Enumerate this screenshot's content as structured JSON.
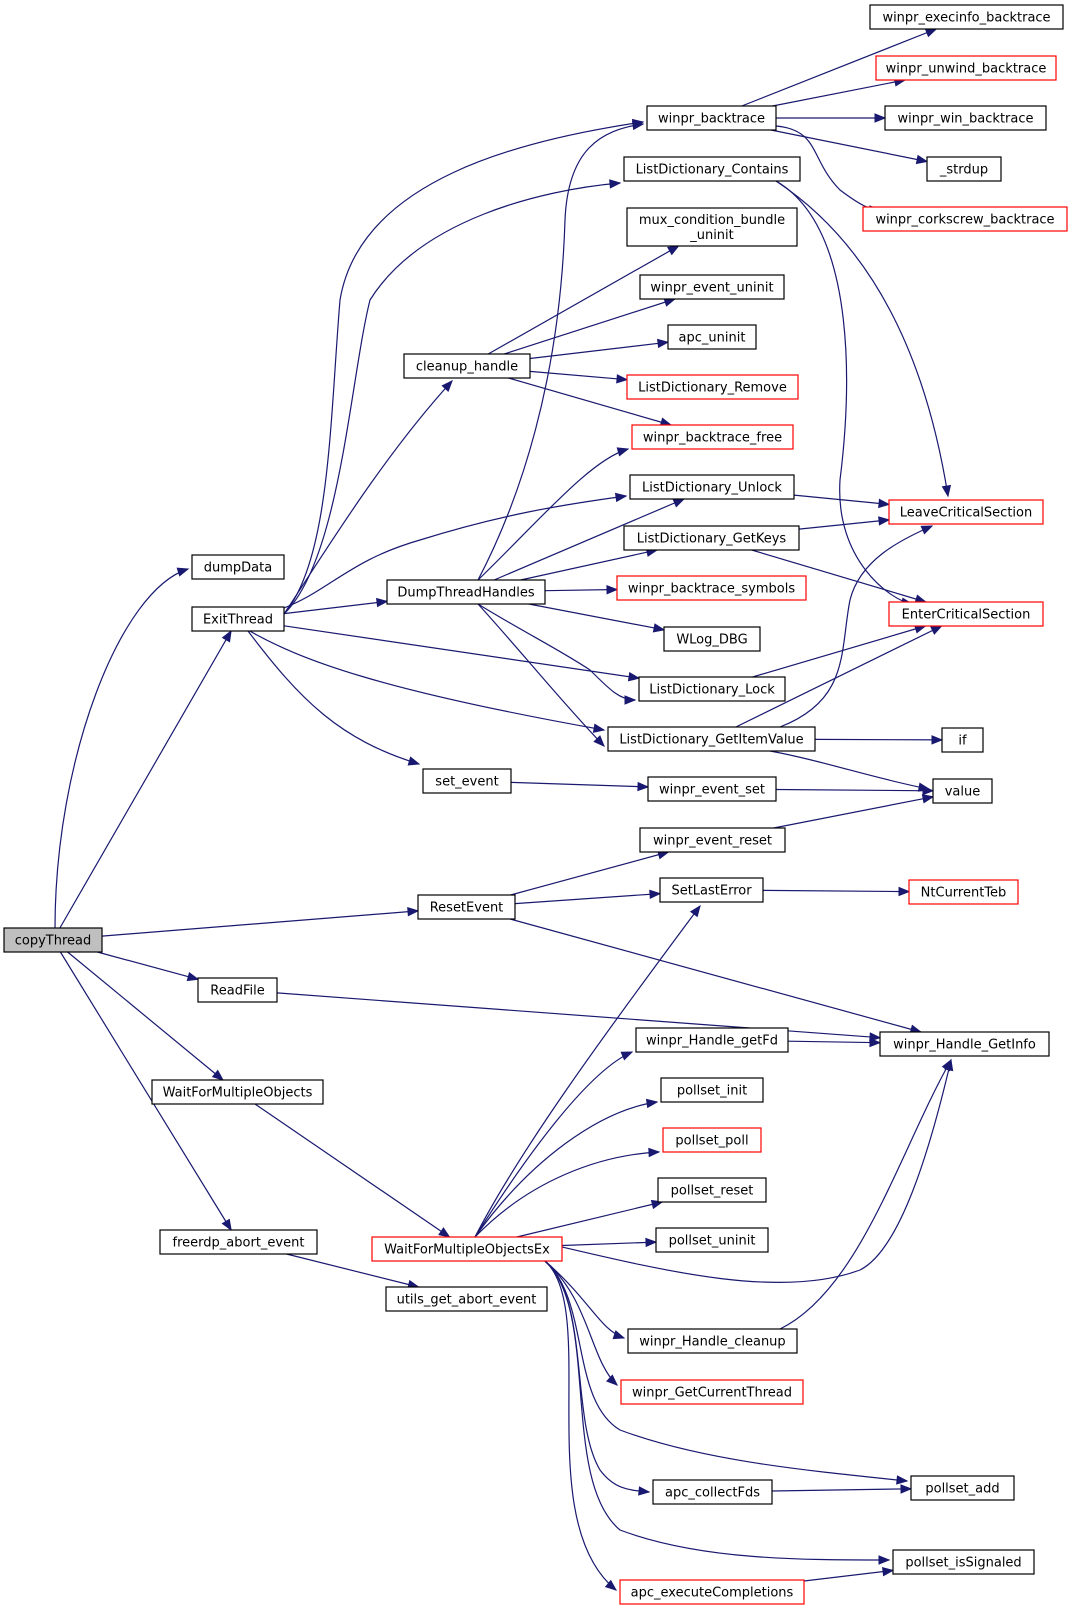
{
  "diagram": {
    "title": "",
    "colors": {
      "edge": "#191970",
      "root_fill": "#bfbfbf",
      "node_border": "#000000",
      "truncated_node_border": "#ff0000"
    },
    "nodes": {
      "copyThread": {
        "label": "copyThread",
        "root": true
      },
      "dumpData": {
        "label": "dumpData"
      },
      "ExitThread": {
        "label": "ExitThread"
      },
      "ResetEvent": {
        "label": "ResetEvent"
      },
      "ReadFile": {
        "label": "ReadFile"
      },
      "WaitForMultipleObjects": {
        "label": "WaitForMultipleObjects"
      },
      "freerdp_abort_event": {
        "label": "freerdp_abort_event"
      },
      "cleanup_handle": {
        "label": "cleanup_handle"
      },
      "DumpThreadHandles": {
        "label": "DumpThreadHandles"
      },
      "set_event": {
        "label": "set_event"
      },
      "WaitForMultipleObjectsEx": {
        "label": "WaitForMultipleObjectsEx",
        "truncated": true
      },
      "utils_get_abort_event": {
        "label": "utils_get_abort_event"
      },
      "winpr_backtrace": {
        "label": "winpr_backtrace"
      },
      "ListDictionary_Contains": {
        "label": "ListDictionary_Contains"
      },
      "mux_condition_bundle_uninit": {
        "label": "mux_condition_bundle\n_uninit"
      },
      "winpr_event_uninit": {
        "label": "winpr_event_uninit"
      },
      "apc_uninit": {
        "label": "apc_uninit"
      },
      "ListDictionary_Remove": {
        "label": "ListDictionary_Remove",
        "truncated": true
      },
      "winpr_backtrace_free": {
        "label": "winpr_backtrace_free",
        "truncated": true
      },
      "ListDictionary_Unlock": {
        "label": "ListDictionary_Unlock"
      },
      "ListDictionary_GetKeys": {
        "label": "ListDictionary_GetKeys"
      },
      "winpr_backtrace_symbols": {
        "label": "winpr_backtrace_symbols",
        "truncated": true
      },
      "WLog_DBG": {
        "label": "WLog_DBG"
      },
      "ListDictionary_Lock": {
        "label": "ListDictionary_Lock"
      },
      "ListDictionary_GetItemValue": {
        "label": "ListDictionary_GetItemValue"
      },
      "winpr_event_set": {
        "label": "winpr_event_set"
      },
      "winpr_event_reset": {
        "label": "winpr_event_reset"
      },
      "SetLastError": {
        "label": "SetLastError"
      },
      "winpr_Handle_getFd": {
        "label": "winpr_Handle_getFd"
      },
      "pollset_init": {
        "label": "pollset_init"
      },
      "pollset_poll": {
        "label": "pollset_poll",
        "truncated": true
      },
      "pollset_reset": {
        "label": "pollset_reset"
      },
      "pollset_uninit": {
        "label": "pollset_uninit"
      },
      "winpr_Handle_cleanup": {
        "label": "winpr_Handle_cleanup"
      },
      "winpr_GetCurrentThread": {
        "label": "winpr_GetCurrentThread",
        "truncated": true
      },
      "apc_collectFds": {
        "label": "apc_collectFds"
      },
      "apc_executeCompletions": {
        "label": "apc_executeCompletions",
        "truncated": true
      },
      "winpr_execinfo_backtrace": {
        "label": "winpr_execinfo_backtrace"
      },
      "winpr_unwind_backtrace": {
        "label": "winpr_unwind_backtrace",
        "truncated": true
      },
      "winpr_win_backtrace": {
        "label": "winpr_win_backtrace"
      },
      "_strdup": {
        "label": "_strdup"
      },
      "winpr_corkscrew_backtrace": {
        "label": "winpr_corkscrew_backtrace",
        "truncated": true
      },
      "LeaveCriticalSection": {
        "label": "LeaveCriticalSection",
        "truncated": true
      },
      "EnterCriticalSection": {
        "label": "EnterCriticalSection",
        "truncated": true
      },
      "if": {
        "label": "if"
      },
      "value": {
        "label": "value"
      },
      "NtCurrentTeb": {
        "label": "NtCurrentTeb",
        "truncated": true
      },
      "winpr_Handle_GetInfo": {
        "label": "winpr_Handle_GetInfo"
      },
      "pollset_add": {
        "label": "pollset_add"
      },
      "pollset_isSignaled": {
        "label": "pollset_isSignaled"
      }
    },
    "edges": [
      [
        "copyThread",
        "dumpData"
      ],
      [
        "copyThread",
        "ExitThread"
      ],
      [
        "copyThread",
        "ResetEvent"
      ],
      [
        "copyThread",
        "ReadFile"
      ],
      [
        "copyThread",
        "WaitForMultipleObjects"
      ],
      [
        "copyThread",
        "freerdp_abort_event"
      ],
      [
        "ExitThread",
        "cleanup_handle"
      ],
      [
        "ExitThread",
        "winpr_backtrace"
      ],
      [
        "ExitThread",
        "ListDictionary_Contains"
      ],
      [
        "ExitThread",
        "ListDictionary_Unlock"
      ],
      [
        "ExitThread",
        "DumpThreadHandles"
      ],
      [
        "ExitThread",
        "ListDictionary_Lock"
      ],
      [
        "ExitThread",
        "ListDictionary_GetItemValue"
      ],
      [
        "ExitThread",
        "set_event"
      ],
      [
        "cleanup_handle",
        "mux_condition_bundle_uninit"
      ],
      [
        "cleanup_handle",
        "winpr_event_uninit"
      ],
      [
        "cleanup_handle",
        "apc_uninit"
      ],
      [
        "cleanup_handle",
        "ListDictionary_Remove"
      ],
      [
        "cleanup_handle",
        "winpr_backtrace_free"
      ],
      [
        "DumpThreadHandles",
        "winpr_backtrace"
      ],
      [
        "DumpThreadHandles",
        "winpr_backtrace_free"
      ],
      [
        "DumpThreadHandles",
        "ListDictionary_Unlock"
      ],
      [
        "DumpThreadHandles",
        "ListDictionary_GetKeys"
      ],
      [
        "DumpThreadHandles",
        "winpr_backtrace_symbols"
      ],
      [
        "DumpThreadHandles",
        "WLog_DBG"
      ],
      [
        "DumpThreadHandles",
        "ListDictionary_Lock"
      ],
      [
        "DumpThreadHandles",
        "ListDictionary_GetItemValue"
      ],
      [
        "winpr_backtrace",
        "winpr_execinfo_backtrace"
      ],
      [
        "winpr_backtrace",
        "winpr_unwind_backtrace"
      ],
      [
        "winpr_backtrace",
        "winpr_win_backtrace"
      ],
      [
        "winpr_backtrace",
        "_strdup"
      ],
      [
        "winpr_backtrace",
        "winpr_corkscrew_backtrace"
      ],
      [
        "ListDictionary_Contains",
        "LeaveCriticalSection"
      ],
      [
        "ListDictionary_Contains",
        "EnterCriticalSection"
      ],
      [
        "ListDictionary_Unlock",
        "LeaveCriticalSection"
      ],
      [
        "ListDictionary_GetKeys",
        "LeaveCriticalSection"
      ],
      [
        "ListDictionary_GetKeys",
        "EnterCriticalSection"
      ],
      [
        "ListDictionary_Lock",
        "EnterCriticalSection"
      ],
      [
        "ListDictionary_GetItemValue",
        "LeaveCriticalSection"
      ],
      [
        "ListDictionary_GetItemValue",
        "EnterCriticalSection"
      ],
      [
        "ListDictionary_GetItemValue",
        "if"
      ],
      [
        "ListDictionary_GetItemValue",
        "value"
      ],
      [
        "set_event",
        "winpr_event_set"
      ],
      [
        "winpr_event_set",
        "value"
      ],
      [
        "winpr_event_reset",
        "value"
      ],
      [
        "ResetEvent",
        "winpr_event_reset"
      ],
      [
        "ResetEvent",
        "SetLastError"
      ],
      [
        "ResetEvent",
        "winpr_Handle_GetInfo"
      ],
      [
        "SetLastError",
        "NtCurrentTeb"
      ],
      [
        "ReadFile",
        "winpr_Handle_GetInfo"
      ],
      [
        "WaitForMultipleObjects",
        "WaitForMultipleObjectsEx"
      ],
      [
        "freerdp_abort_event",
        "utils_get_abort_event"
      ],
      [
        "WaitForMultipleObjectsEx",
        "SetLastError"
      ],
      [
        "WaitForMultipleObjectsEx",
        "winpr_Handle_getFd"
      ],
      [
        "WaitForMultipleObjectsEx",
        "pollset_init"
      ],
      [
        "WaitForMultipleObjectsEx",
        "pollset_poll"
      ],
      [
        "WaitForMultipleObjectsEx",
        "pollset_reset"
      ],
      [
        "WaitForMultipleObjectsEx",
        "pollset_uninit"
      ],
      [
        "WaitForMultipleObjectsEx",
        "winpr_Handle_GetInfo"
      ],
      [
        "WaitForMultipleObjectsEx",
        "winpr_Handle_cleanup"
      ],
      [
        "WaitForMultipleObjectsEx",
        "winpr_GetCurrentThread"
      ],
      [
        "WaitForMultipleObjectsEx",
        "pollset_add"
      ],
      [
        "WaitForMultipleObjectsEx",
        "apc_collectFds"
      ],
      [
        "WaitForMultipleObjectsEx",
        "pollset_isSignaled"
      ],
      [
        "WaitForMultipleObjectsEx",
        "apc_executeCompletions"
      ],
      [
        "winpr_Handle_getFd",
        "winpr_Handle_GetInfo"
      ],
      [
        "winpr_Handle_cleanup",
        "winpr_Handle_GetInfo"
      ],
      [
        "apc_collectFds",
        "pollset_add"
      ],
      [
        "apc_executeCompletions",
        "pollset_isSignaled"
      ]
    ]
  }
}
